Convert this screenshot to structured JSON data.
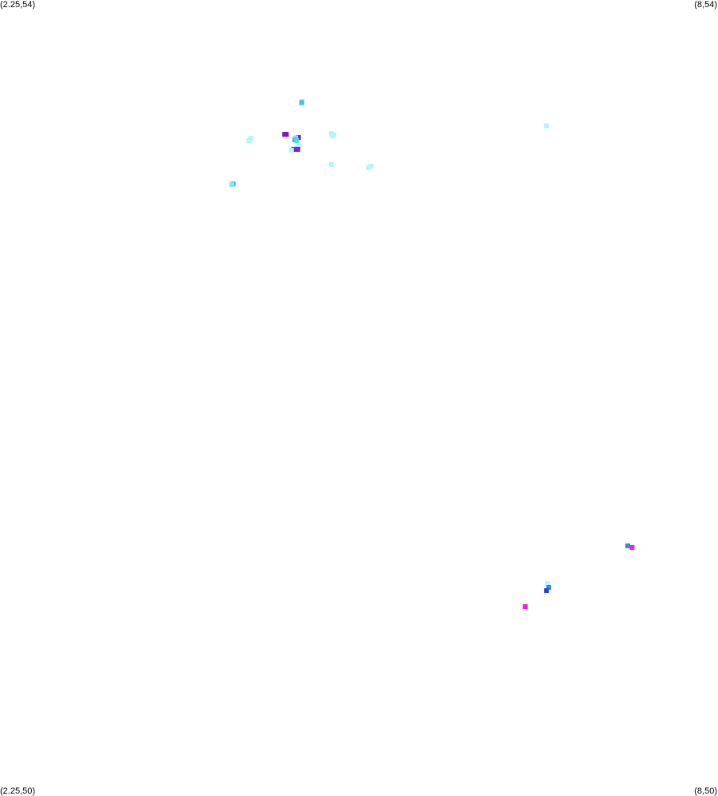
{
  "corners": {
    "top_left": "(2.25,54)",
    "top_right": "(8,54)",
    "bottom_left": "(2.25,50)",
    "bottom_right": "(8,50)"
  },
  "extent": {
    "lon_min": 2.25,
    "lon_max": 8,
    "lat_min": 50,
    "lat_max": 54
  },
  "points": [
    {
      "lon": 4.669,
      "lat": 53.489,
      "color": "#7fe7f7"
    },
    {
      "lon": 4.666,
      "lat": 53.484,
      "color": "#3fbff0"
    },
    {
      "lon": 4.259,
      "lat": 53.305,
      "color": "#aef7ff"
    },
    {
      "lon": 4.243,
      "lat": 53.293,
      "color": "#aef7ff"
    },
    {
      "lon": 4.543,
      "lat": 53.325,
      "color": "#8a10c8"
    },
    {
      "lon": 4.529,
      "lat": 53.325,
      "color": "#8a10c8"
    },
    {
      "lon": 4.64,
      "lat": 53.309,
      "color": "#6d1cd4"
    },
    {
      "lon": 4.618,
      "lat": 53.307,
      "color": "#7fe7f7"
    },
    {
      "lon": 4.611,
      "lat": 53.297,
      "color": "#3fbff0"
    },
    {
      "lon": 4.627,
      "lat": 53.293,
      "color": "#5fd3f4"
    },
    {
      "lon": 4.903,
      "lat": 53.329,
      "color": "#aef7ff"
    },
    {
      "lon": 4.923,
      "lat": 53.323,
      "color": "#aef7ff"
    },
    {
      "lon": 4.912,
      "lat": 53.317,
      "color": "#aef7ff"
    },
    {
      "lon": 4.647,
      "lat": 53.265,
      "color": "#aef7ff"
    },
    {
      "lon": 4.627,
      "lat": 53.253,
      "color": "#7fe7f7"
    },
    {
      "lon": 4.597,
      "lat": 53.253,
      "color": "#aef7ff"
    },
    {
      "lon": 4.605,
      "lat": 53.249,
      "color": "#9f14d8"
    },
    {
      "lon": 4.618,
      "lat": 53.249,
      "color": "#9f14d8"
    },
    {
      "lon": 4.635,
      "lat": 53.249,
      "color": "#9f14d8"
    },
    {
      "lon": 4.583,
      "lat": 53.245,
      "color": "#aef7ff"
    },
    {
      "lon": 4.903,
      "lat": 53.173,
      "color": "#aef7ff"
    },
    {
      "lon": 5.202,
      "lat": 53.157,
      "color": "#aef7ff"
    },
    {
      "lon": 5.221,
      "lat": 53.165,
      "color": "#aef7ff"
    },
    {
      "lon": 4.118,
      "lat": 53.076,
      "color": "#3fbff0"
    },
    {
      "lon": 4.106,
      "lat": 53.072,
      "color": "#7fe7f7"
    },
    {
      "lon": 6.626,
      "lat": 53.368,
      "color": "#aef7ff"
    },
    {
      "lon": 7.277,
      "lat": 51.257,
      "color": "#2f8fe0"
    },
    {
      "lon": 7.312,
      "lat": 51.249,
      "color": "#ff1ae0"
    },
    {
      "lon": 6.634,
      "lat": 51.068,
      "color": "#aef7ff"
    },
    {
      "lon": 6.645,
      "lat": 51.048,
      "color": "#2f8fe0"
    },
    {
      "lon": 6.626,
      "lat": 51.032,
      "color": "#2f3fe0"
    },
    {
      "lon": 6.456,
      "lat": 50.952,
      "color": "#ff1ae0"
    }
  ]
}
